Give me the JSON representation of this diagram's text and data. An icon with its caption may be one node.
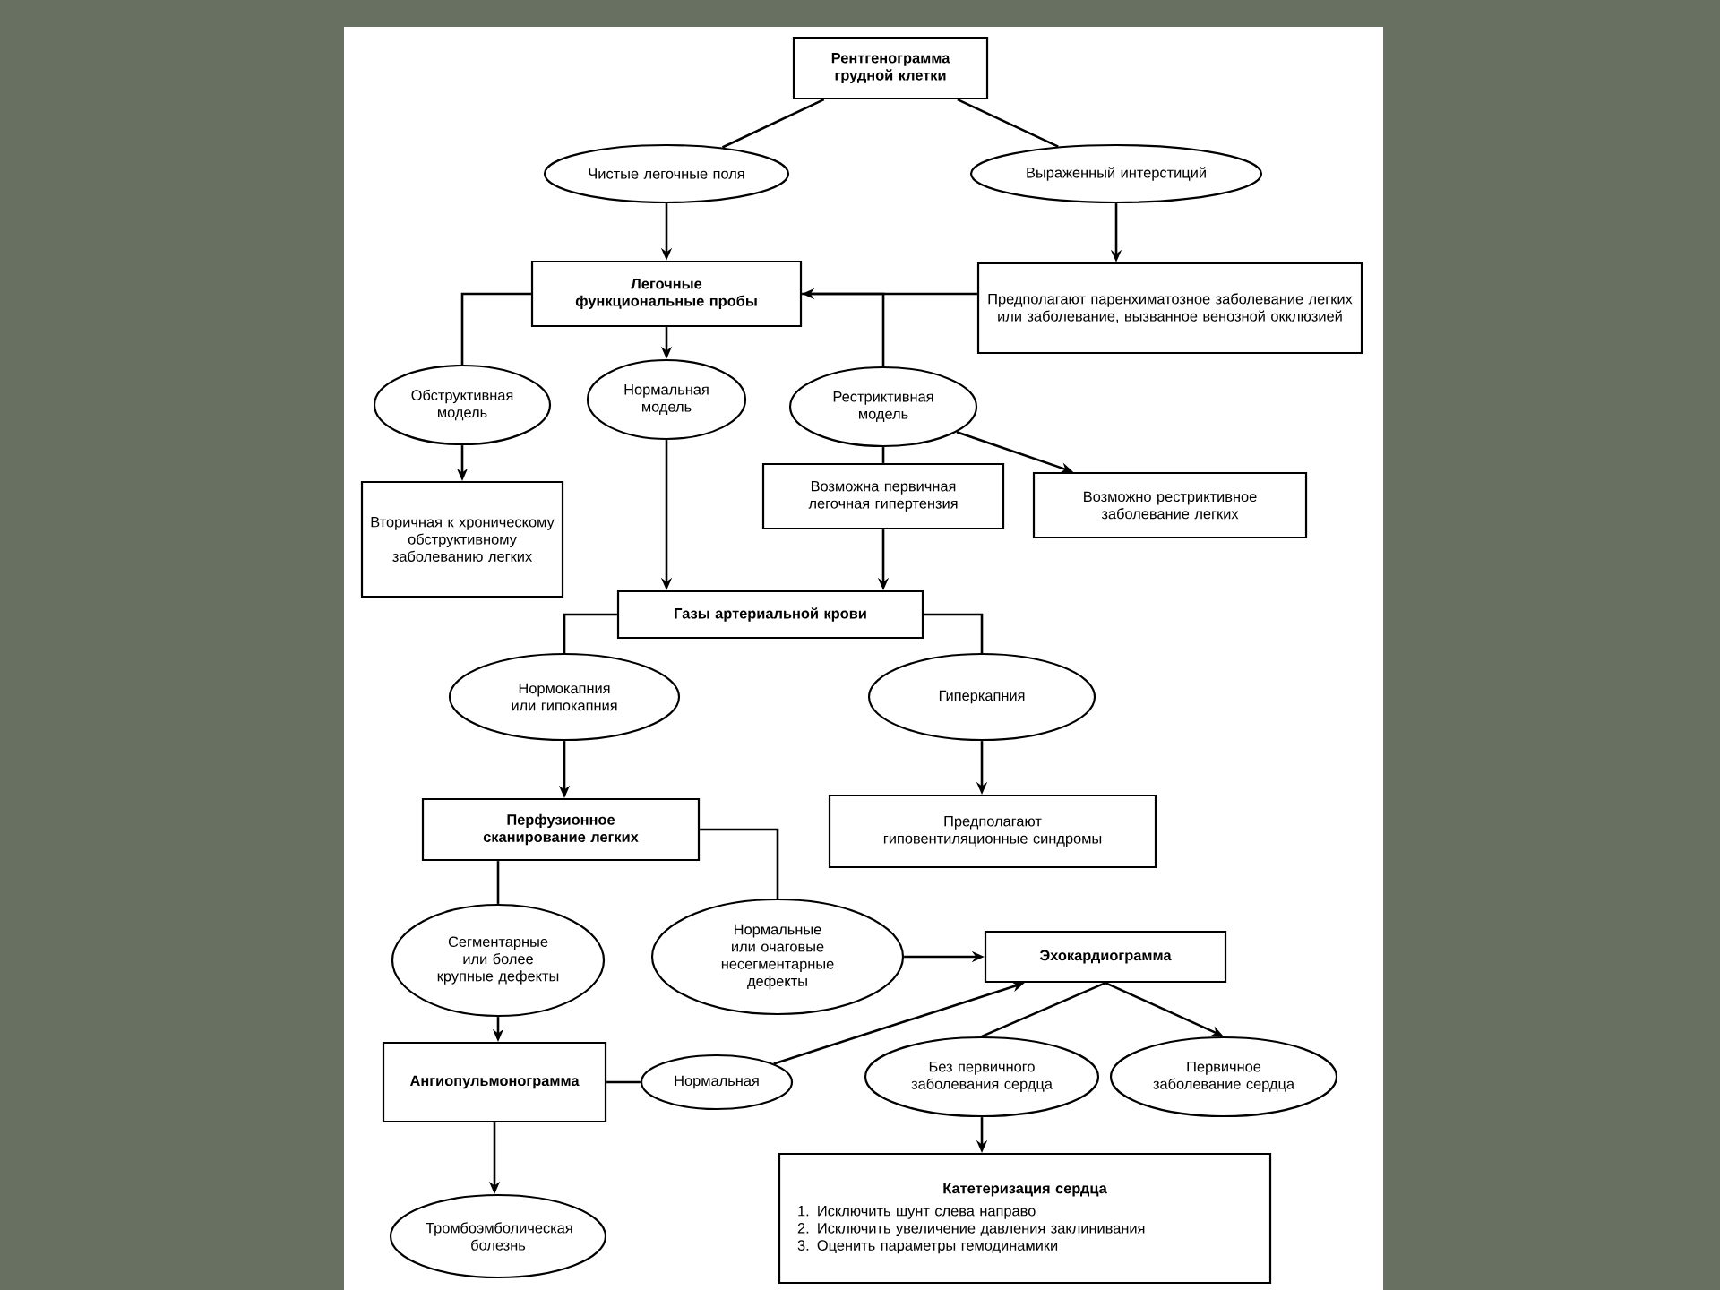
{
  "diagram": {
    "nodes": [
      {
        "text": [
          "Рентгенограмма грудной клетки"
        ]
      },
      {
        "text": [
          "Чистые легочные поля"
        ]
      },
      {
        "text": [
          "Выраженный интерстиций"
        ]
      },
      {
        "text": [
          "Легочные функциональные пробы"
        ]
      },
      {
        "text": [
          "Предполагают паренхиматозное заболевание легких или заболевание, вызванное венозной окклюзией"
        ]
      },
      {
        "text": [
          "Обструктивная модель"
        ]
      },
      {
        "text": [
          "Нормальная модель"
        ]
      },
      {
        "text": [
          "Рестриктивная модель"
        ]
      },
      {
        "text": [
          "Вторичная к хроническому обструктивному заболеванию легких"
        ]
      },
      {
        "text": [
          "Возможна первичная легочная гипертензия"
        ]
      },
      {
        "text": [
          "Возможно рестриктивное заболевание легких"
        ]
      },
      {
        "text": [
          "Газы артериальной крови"
        ]
      },
      {
        "text": [
          "Нормокапния или гипокапния"
        ]
      },
      {
        "text": [
          "Гиперкапния"
        ]
      },
      {
        "text": [
          "Перфузионное сканирование легких"
        ]
      },
      {
        "text": [
          "Предполагают гиповентиляционные синдромы"
        ]
      },
      {
        "text": [
          "Сегментарные или более крупные дефекты"
        ]
      },
      {
        "text": [
          "Нормальные или очаговые несегментарные дефекты"
        ]
      },
      {
        "text": [
          "Эхокардиограмма"
        ]
      },
      {
        "text": [
          "Ангиопульмонограмма"
        ]
      },
      {
        "text": [
          "Нормальная"
        ]
      },
      {
        "text": [
          "Без первичного заболевания сердца"
        ]
      },
      {
        "text": [
          "Первичное заболевание сердца"
        ]
      },
      {
        "text": [
          "Катетеризация сердца",
          "1. Исключить шунт слева направо",
          "2. Исключить увеличение давления заклинивания",
          "3. Оценить параметры гемодинамики"
        ]
      },
      {
        "text": [
          "Тромбоэмболическая болезнь"
        ]
      }
    ],
    "edges": [
      {
        "from": 0,
        "to": 1,
        "arrow": "none"
      },
      {
        "from": 0,
        "to": 2,
        "arrow": "none"
      },
      {
        "from": 1,
        "to": 3,
        "arrow": "to"
      },
      {
        "from": 2,
        "to": 4,
        "arrow": "to"
      },
      {
        "from": 4,
        "to": 3,
        "arrow": "to"
      },
      {
        "from": 3,
        "to": 5,
        "arrow": "none"
      },
      {
        "from": 3,
        "to": 6,
        "arrow": "to"
      },
      {
        "from": 3,
        "to": 7,
        "arrow": "none"
      },
      {
        "from": 5,
        "to": 8,
        "arrow": "to"
      },
      {
        "from": 6,
        "to": 11,
        "arrow": "to"
      },
      {
        "from": 7,
        "to": 9,
        "arrow": "none"
      },
      {
        "from": 9,
        "to": 11,
        "arrow": "to"
      },
      {
        "from": 7,
        "to": 10,
        "arrow": "to"
      },
      {
        "from": 11,
        "to": 12,
        "arrow": "none"
      },
      {
        "from": 11,
        "to": 13,
        "arrow": "none"
      },
      {
        "from": 12,
        "to": 14,
        "arrow": "to"
      },
      {
        "from": 13,
        "to": 15,
        "arrow": "to"
      },
      {
        "from": 14,
        "to": 16,
        "arrow": "none"
      },
      {
        "from": 14,
        "to": 17,
        "arrow": "none"
      },
      {
        "from": 16,
        "to": 19,
        "arrow": "to"
      },
      {
        "from": 17,
        "to": 18,
        "arrow": "to"
      },
      {
        "from": 19,
        "to": 20,
        "arrow": "none"
      },
      {
        "from": 20,
        "to": 18,
        "arrow": "to"
      },
      {
        "from": 18,
        "to": 21,
        "arrow": "none"
      },
      {
        "from": 18,
        "to": 22,
        "arrow": "to"
      },
      {
        "from": 21,
        "to": 23,
        "arrow": "to"
      },
      {
        "from": 19,
        "to": 24,
        "arrow": "to"
      }
    ]
  }
}
